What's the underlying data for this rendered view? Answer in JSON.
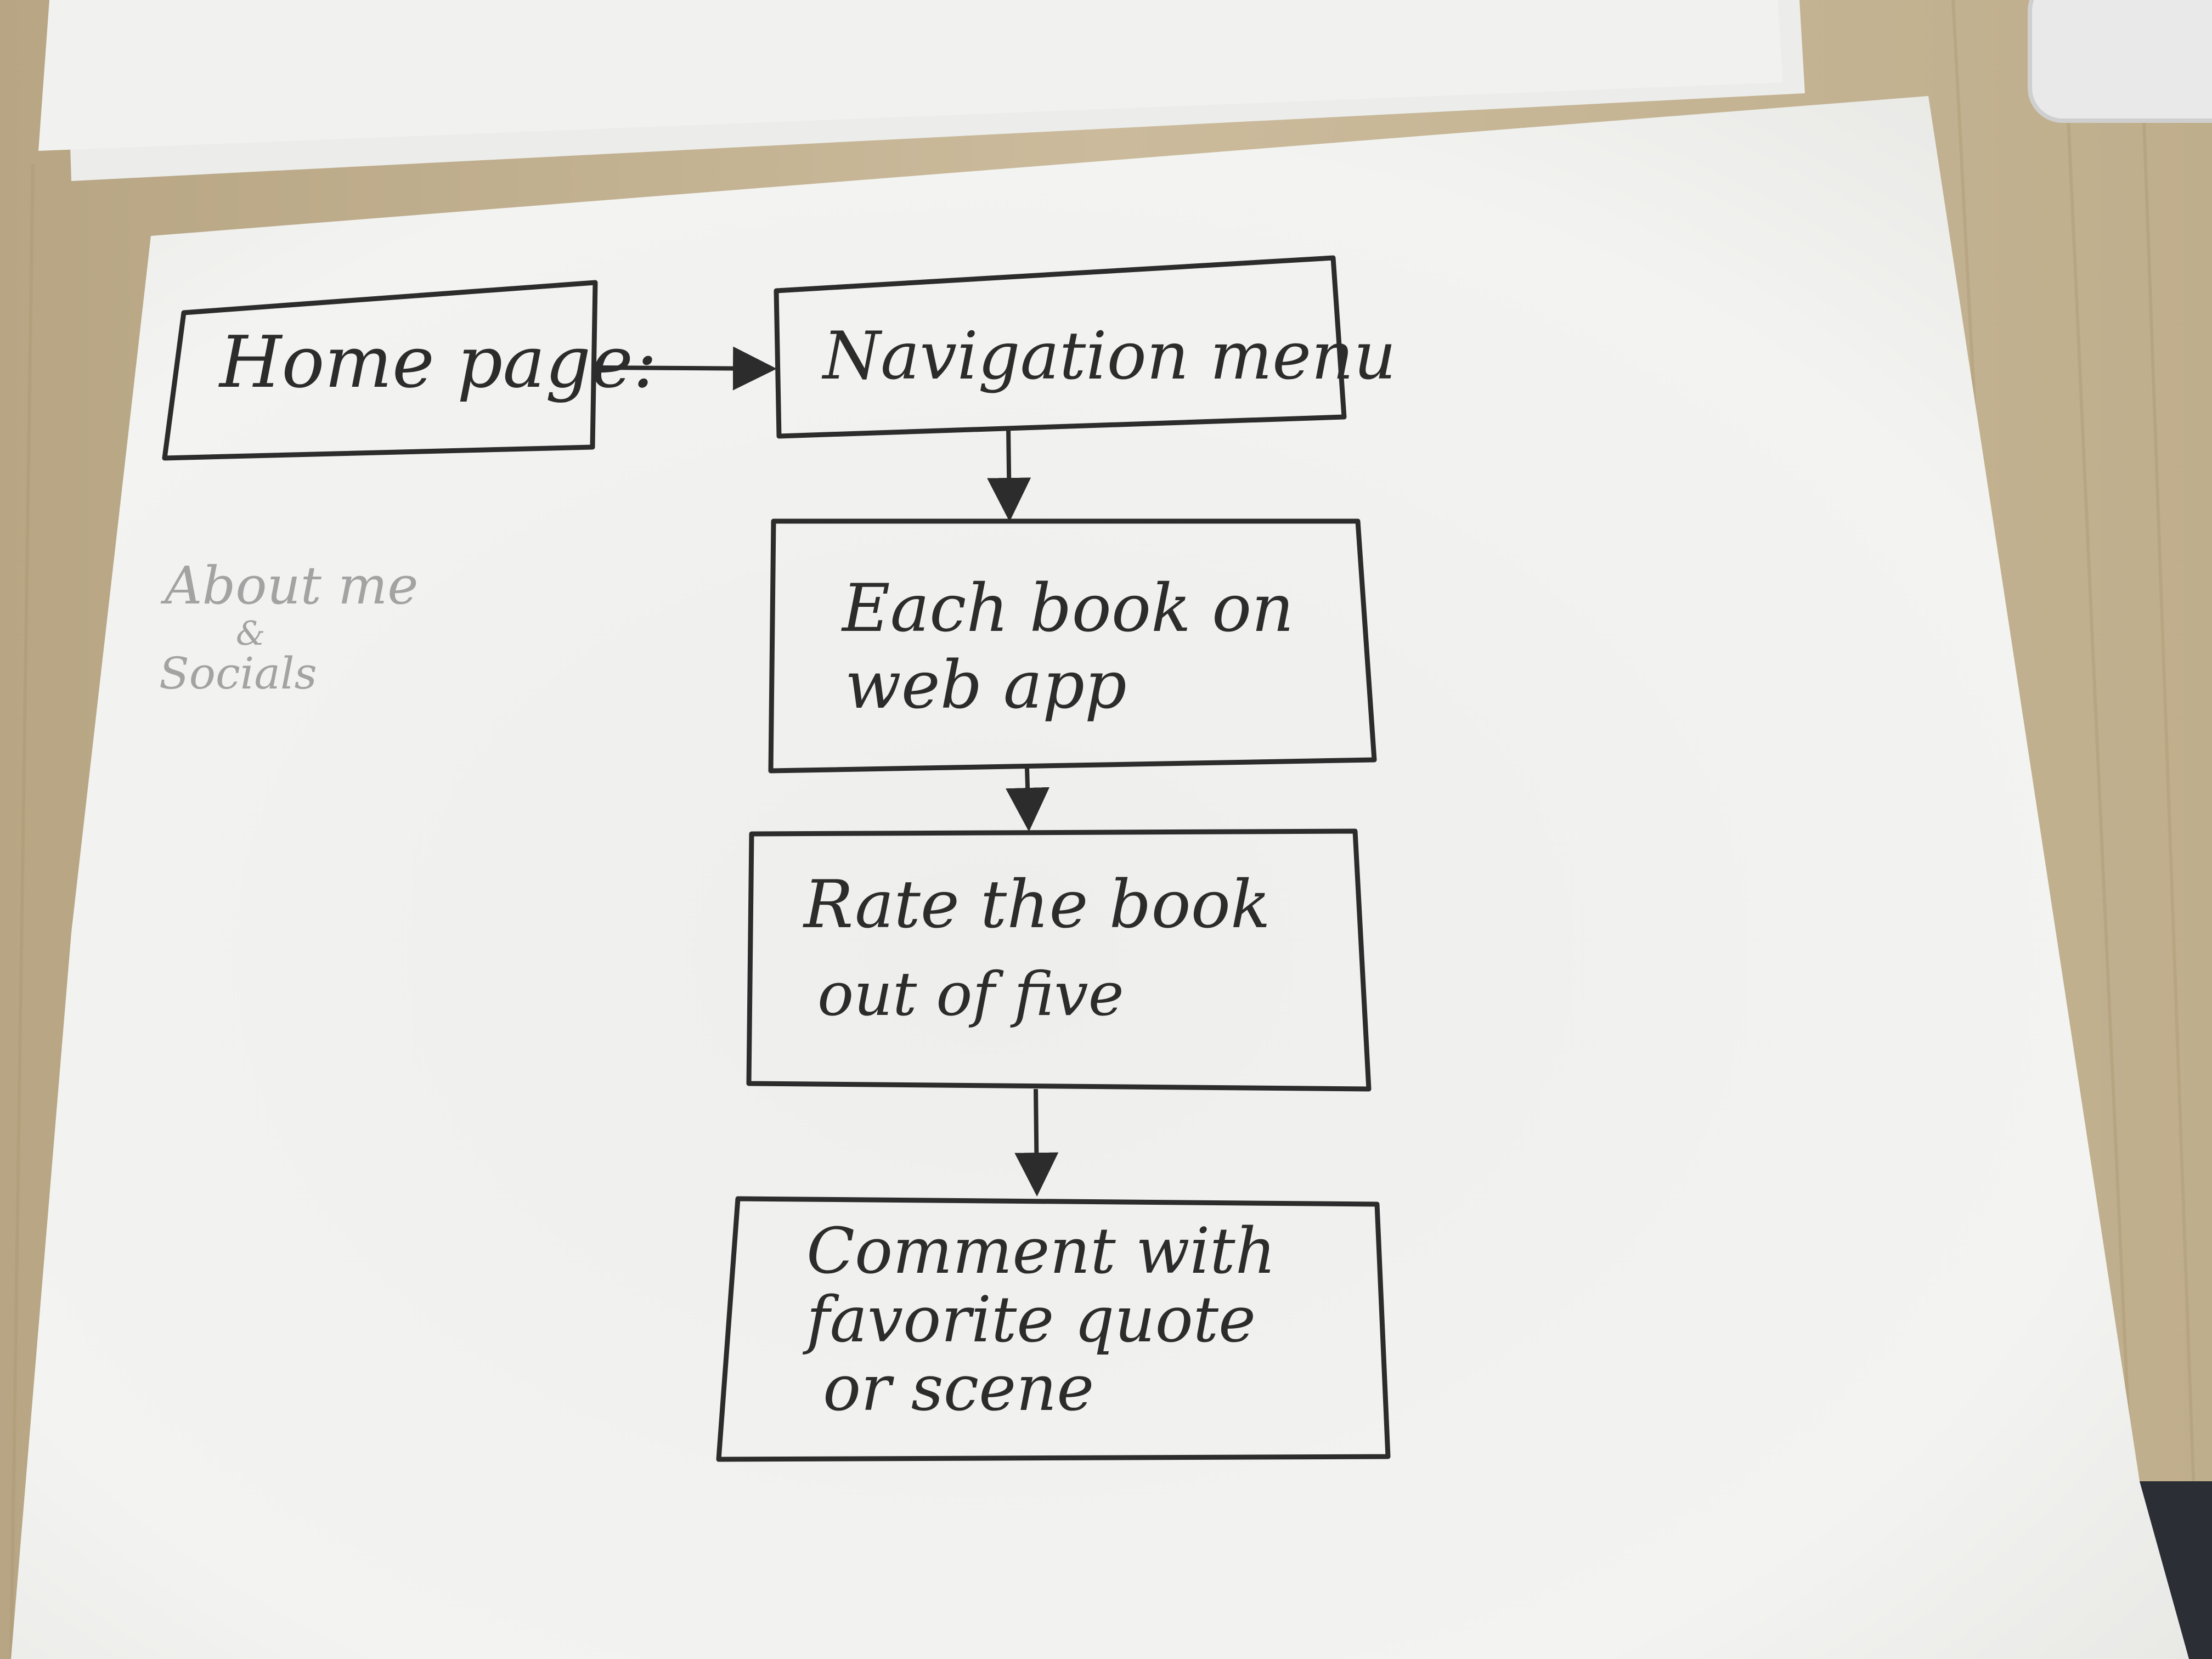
{
  "diagram": {
    "nodes": {
      "home": {
        "label": "Home page:"
      },
      "nav": {
        "label": "Navigation menu"
      },
      "books": {
        "line1": "Each book on",
        "line2": "web app"
      },
      "rate": {
        "line1": "Rate the book",
        "line2": "out of five"
      },
      "comment": {
        "line1": "Comment with",
        "line2": "favorite quote",
        "line3": "or scene"
      }
    },
    "annotation": {
      "line1": "About me",
      "line2": "&",
      "line3": "Socials"
    },
    "edges": [
      {
        "from": "home",
        "to": "nav"
      },
      {
        "from": "nav",
        "to": "books"
      },
      {
        "from": "books",
        "to": "rate"
      },
      {
        "from": "rate",
        "to": "comment"
      }
    ],
    "colors": {
      "ink": "#2c2c2c",
      "paper": "#f4f4f2",
      "desk": "#c9b99a",
      "pencil": "#a3a3a3"
    }
  }
}
